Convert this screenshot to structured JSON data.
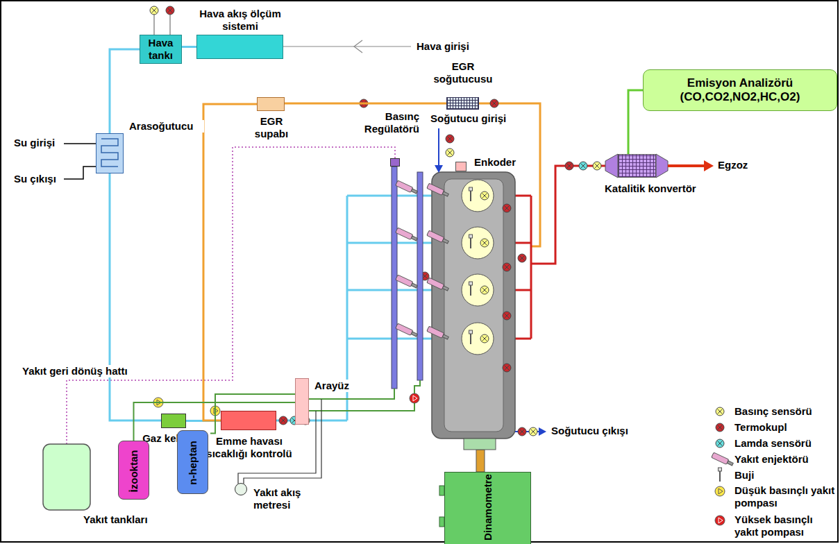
{
  "diagram": {
    "nodes": [
      {
        "text": [
          "Hava tankı"
        ]
      },
      {
        "text": [
          "Hava akış ölçüm sistemi"
        ]
      },
      {
        "text": [
          "Arasoğutucu"
        ]
      },
      {
        "text": [
          "EGR supabı"
        ]
      },
      {
        "text": [
          "EGR soğutucusu"
        ]
      },
      {
        "text": [
          "Emisyon Analizörü (CO,CO2,NO2,HC,O2)"
        ]
      },
      {
        "text": [
          "Gaz kelebeği"
        ]
      },
      {
        "text": [
          "Emme havası sıcaklığı kontrolü"
        ]
      },
      {
        "text": [
          "Basınç Regülatörü"
        ]
      },
      {
        "text": [
          "Enkoder"
        ]
      },
      {
        "text": [
          "Katalitik konvertör"
        ]
      },
      {
        "text": [
          "Arayüz"
        ]
      },
      {
        "text": [
          "İzooktan"
        ]
      },
      {
        "text": [
          "n-heptan"
        ]
      },
      {
        "text": [
          "Yakıt akış metresi"
        ]
      },
      {
        "text": [
          "Dinamometre"
        ]
      }
    ],
    "edges": [
      {
        "from": 1,
        "to": 0,
        "arrow": "none"
      },
      {
        "from": 0,
        "to": 2,
        "arrow": "none"
      },
      {
        "from": 2,
        "to": 6,
        "arrow": "none"
      },
      {
        "from": 6,
        "to": 7,
        "arrow": "none"
      },
      {
        "from": 4,
        "to": 3,
        "arrow": "none"
      },
      {
        "from": 3,
        "to": 7,
        "arrow": "none"
      },
      {
        "from": 5,
        "to": 10,
        "arrow": "none"
      },
      {
        "from": 12,
        "to": 11,
        "arrow": "none"
      },
      {
        "from": 13,
        "to": 11,
        "arrow": "none"
      }
    ],
    "labels": [
      "Hava girişi",
      "Su girişi",
      "Su çıkışı",
      "Soğutucu girişi",
      "Soğutucu çıkışı",
      "Egzoz",
      "Yakıt geri dönüş hattı",
      "Yakıt tankları"
    ],
    "legend": [
      {
        "text": "Basınç sensörü"
      },
      {
        "text": "Termokupl"
      },
      {
        "text": "Lamda sensörü"
      },
      {
        "text": "Yakıt enjektörü"
      },
      {
        "text": "Buji"
      },
      {
        "text": "Düşük basınçlı yakıt pompası"
      },
      {
        "text": "Yüksek basınçlı yakıt pompası"
      }
    ]
  }
}
